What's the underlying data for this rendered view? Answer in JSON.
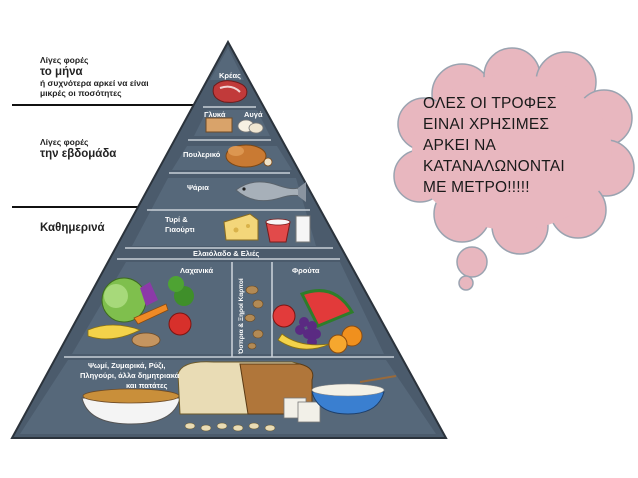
{
  "side_labels": {
    "monthly": {
      "line1": "Λίγες φορές",
      "line2": "το μήνα",
      "line3": "ή συχνότερα αρκεί να είναι",
      "line4": "μικρές οι ποσότητες"
    },
    "weekly": {
      "line1": "Λίγες φορές",
      "line2": "την εβδομάδα"
    },
    "daily": {
      "line1": "Καθημερινά"
    }
  },
  "pyramid_labels": {
    "meat": "Κρέας",
    "sweets": "Γλυκά",
    "eggs": "Αυγά",
    "poultry": "Πουλερικό",
    "fish": "Ψάρια",
    "dairy_1": "Τυρί &",
    "dairy_2": "Γιαούρτι",
    "olive_oil": "Ελαιόλαδο & Ελιές",
    "vegetables": "Λαχανικά",
    "legumes": "Όσπρια & Ξηροί Καρποί",
    "fruits": "Φρούτα",
    "grains_1": "Ψωμί, Ζυμαρικά, Ρύζι,",
    "grains_2": "Πληγούρι, άλλα δημητριακά",
    "grains_3": "και πατάτες"
  },
  "cloud_message": {
    "line1": "ΟΛΕΣ ΟΙ ΤΡΟΦΕΣ",
    "line2": "ΕΙΝΑΙ ΧΡΗΣΙΜΕΣ",
    "line3": "ΑΡΚΕΙ ΝΑ",
    "line4": "ΚΑΤΑΝΑΛΩΝΟΝΤΑΙ",
    "line5": "ΜΕ ΜΕΤΡΟ!!!!!"
  },
  "colors": {
    "pyramid_fill": "#4a5a6b",
    "pyramid_outline": "#2b333c",
    "cloud_fill": "#e8b7bf",
    "cloud_outline": "#9aa3b0"
  }
}
